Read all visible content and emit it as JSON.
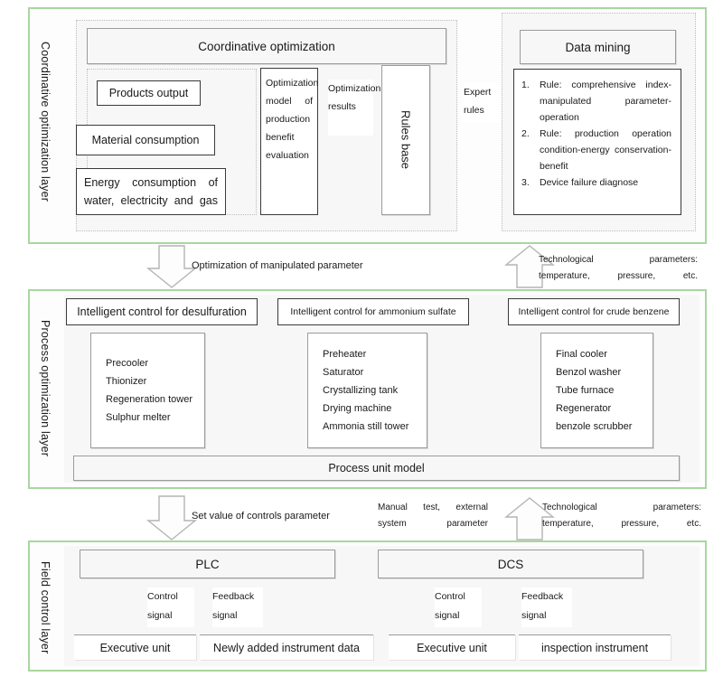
{
  "diagram": {
    "accent_border": "#a9d6a0",
    "box_border_dark": "#3a3a3a",
    "box_border_grey": "#9b9b9b"
  },
  "layer1": {
    "title": "Coordinative optimization layer",
    "header": "Coordinative optimization",
    "inputs": [
      "Products output",
      "Material consumption",
      "Energy consumption of water, electricity and gas"
    ],
    "model_box": "Optimization model of production benefit evaluation",
    "optimization_results_label": "Optimization results",
    "rules_base": "Rules base",
    "expert_rules_label": "Expert rules",
    "data_mining_header": "Data mining",
    "data_mining_rules": [
      {
        "num": "1.",
        "text": "Rule: comprehensive index-manipulated parameter-operation"
      },
      {
        "num": "2.",
        "text": "Rule: production operation condition-energy conservation-benefit"
      },
      {
        "num": "3.",
        "text": "Device failure diagnose"
      }
    ]
  },
  "gap1": {
    "down_label": "Optimization of manipulated parameter",
    "up_label": "Technological parameters: temperature, pressure, etc."
  },
  "layer2": {
    "title": "Process optimization layer",
    "columns": [
      {
        "header": "Intelligent control for desulfuration",
        "units": [
          "Precooler",
          "Thionizer",
          "Regeneration tower",
          "Sulphur melter"
        ]
      },
      {
        "header": "Intelligent control for ammonium sulfate",
        "units": [
          "Preheater",
          "Saturator",
          "Crystallizing tank",
          "Drying machine",
          "Ammonia still tower"
        ]
      },
      {
        "header": "Intelligent control for crude benzene",
        "units": [
          "Final cooler",
          "Benzol washer",
          "Tube furnace",
          "Regenerator",
          "benzole scrubber"
        ]
      }
    ],
    "footer": "Process unit model"
  },
  "gap2": {
    "down_label": "Set value of controls parameter",
    "mid_label": "Manual test, external system parameter",
    "up_label": "Technological parameters: temperature, pressure, etc."
  },
  "layer3": {
    "title": "Field control layer",
    "groups": [
      {
        "controller": "PLC",
        "control_signal": "Control signal",
        "feedback_signal": "Feedback signal",
        "left_unit": "Executive unit",
        "right_unit": "Newly added instrument data"
      },
      {
        "controller": "DCS",
        "control_signal": "Control signal",
        "feedback_signal": "Feedback signal",
        "left_unit": "Executive unit",
        "right_unit": "inspection instrument"
      }
    ]
  }
}
